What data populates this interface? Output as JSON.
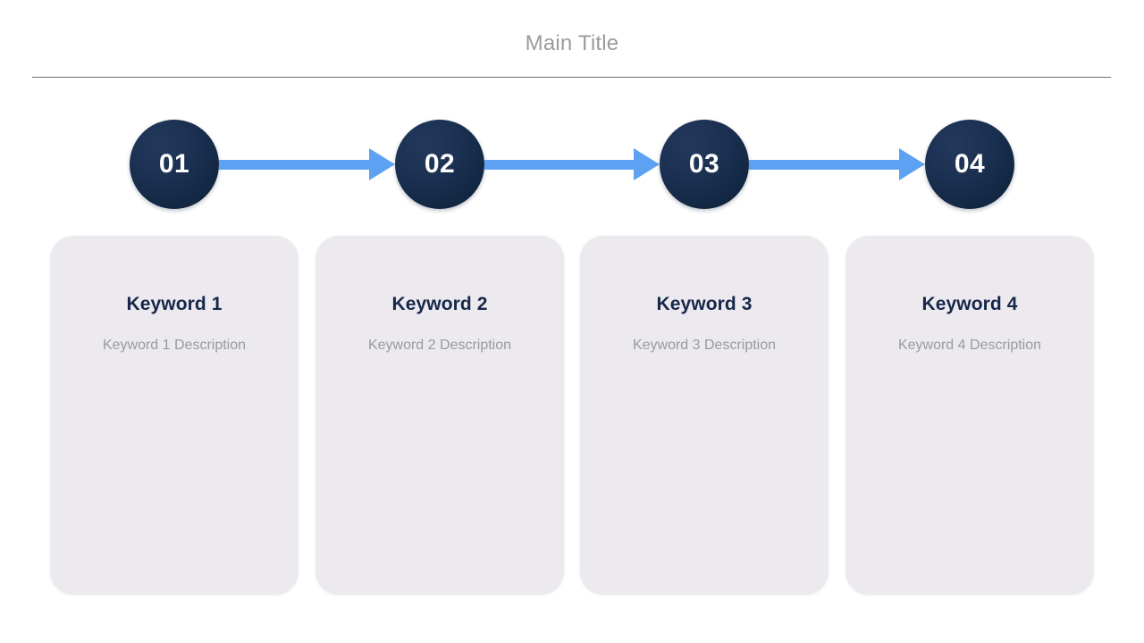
{
  "header": {
    "title": "Main Title",
    "divider": true
  },
  "flow": {
    "steps": [
      {
        "number": "01",
        "icon": "step-circle-icon"
      },
      {
        "number": "02",
        "icon": "step-circle-icon"
      },
      {
        "number": "03",
        "icon": "step-circle-icon"
      },
      {
        "number": "04",
        "icon": "step-circle-icon"
      }
    ],
    "connectors": [
      {
        "icon": "arrow-right-icon"
      },
      {
        "icon": "arrow-right-icon"
      },
      {
        "icon": "arrow-right-icon"
      }
    ]
  },
  "cards": [
    {
      "title": "Keyword 1",
      "description": "Keyword 1 Description"
    },
    {
      "title": "Keyword 2",
      "description": "Keyword 2 Description"
    },
    {
      "title": "Keyword 3",
      "description": "Keyword 3 Description"
    },
    {
      "title": "Keyword 4",
      "description": "Keyword 4 Description"
    }
  ],
  "colors": {
    "background": "#ffffff",
    "title_text": "#9b9b9f",
    "divider": "#6f6f72",
    "circle_dark": "#1b3051",
    "circle_dark_deep": "#0d1f38",
    "circle_number_text": "#ffffff",
    "arrow_blue": "#5da2f2",
    "card_background": "#eceaee",
    "card_title_text": "#16274a",
    "card_desc_text": "#9a9a9e"
  }
}
